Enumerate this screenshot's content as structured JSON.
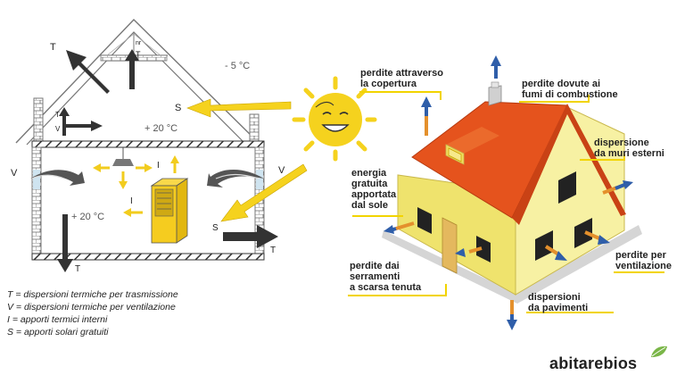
{
  "left_diagram": {
    "labels": {
      "t_roof_left": "T",
      "t_nr": "T",
      "nr": "nr",
      "temp_outside": "- 5 °C",
      "s_upper": "S",
      "t_attic": "T",
      "v_attic": "V",
      "temp_attic": "+ 20 °C",
      "v_left": "V",
      "v_right": "V",
      "i_upper": "I",
      "i_lower": "I",
      "temp_room": "+ 20 °C",
      "s_lower": "S",
      "t_right": "T",
      "t_bottom": "T"
    },
    "legend": [
      "T = dispersioni termiche per trasmissione",
      "V = dispersioni termiche per ventilazione",
      "I = apporti termici interni",
      "S = apporti solari gratuiti"
    ]
  },
  "right_diagram": {
    "labels": {
      "roof": "perdite attraverso\nla copertura",
      "chimney": "perdite dovute ai\nfumi di combustione",
      "walls": "dispersione\nda muri esterni",
      "solar": "energia\ngratuita\napportata\ndal sole",
      "windows": "perdite dai\nserramenti\na scarsa tenuta",
      "ventilation": "perdite per\nventilazione",
      "floor": "dispersioni\nda pavimenti"
    }
  },
  "brand": {
    "text_a": "abitare",
    "text_b": "bios"
  },
  "colors": {
    "sun": "#f5d21e",
    "roof": "#e5531d",
    "wall": "#f6ee8c",
    "heat_arrow": "#e4902c",
    "cold_arrow": "#2f5ea9",
    "label_line": "#f2d400",
    "dark_arrow": "#333333",
    "brand_leaf": "#7ab648"
  }
}
